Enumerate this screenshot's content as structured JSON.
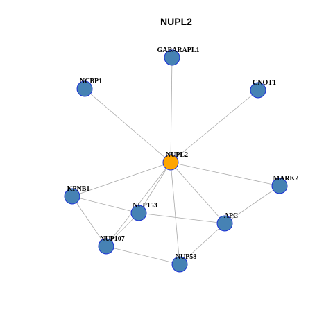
{
  "title": "NUPL2",
  "colors": {
    "hub": "#FFA500",
    "node": "#4682B4",
    "node_border": "#1A2FD6",
    "edge": "#A8A8A8"
  },
  "nodes": [
    {
      "id": "NUPL2",
      "label": "NUPL2",
      "hub": true
    },
    {
      "id": "GABARAPL1",
      "label": "GABARAPL1"
    },
    {
      "id": "NCBP1",
      "label": "NCBP1"
    },
    {
      "id": "CNOT1",
      "label": "CNOT1"
    },
    {
      "id": "MARK2",
      "label": "MARK2"
    },
    {
      "id": "KPNB1",
      "label": "KPNB1"
    },
    {
      "id": "NUP153",
      "label": "NUP153"
    },
    {
      "id": "APC",
      "label": "APC"
    },
    {
      "id": "NUP107",
      "label": "NUP107"
    },
    {
      "id": "NUP58",
      "label": "NUP58"
    }
  ],
  "edges": [
    [
      "NUPL2",
      "GABARAPL1"
    ],
    [
      "NUPL2",
      "NCBP1"
    ],
    [
      "NUPL2",
      "CNOT1"
    ],
    [
      "NUPL2",
      "MARK2"
    ],
    [
      "NUPL2",
      "KPNB1"
    ],
    [
      "NUPL2",
      "NUP153"
    ],
    [
      "NUPL2",
      "APC"
    ],
    [
      "NUPL2",
      "NUP107"
    ],
    [
      "NUPL2",
      "NUP58"
    ],
    [
      "KPNB1",
      "NUP153"
    ],
    [
      "KPNB1",
      "NUP107"
    ],
    [
      "NUP153",
      "NUP107"
    ],
    [
      "NUP153",
      "APC"
    ],
    [
      "MARK2",
      "APC"
    ],
    [
      "APC",
      "NUP58"
    ],
    [
      "NUP107",
      "NUP58"
    ]
  ]
}
